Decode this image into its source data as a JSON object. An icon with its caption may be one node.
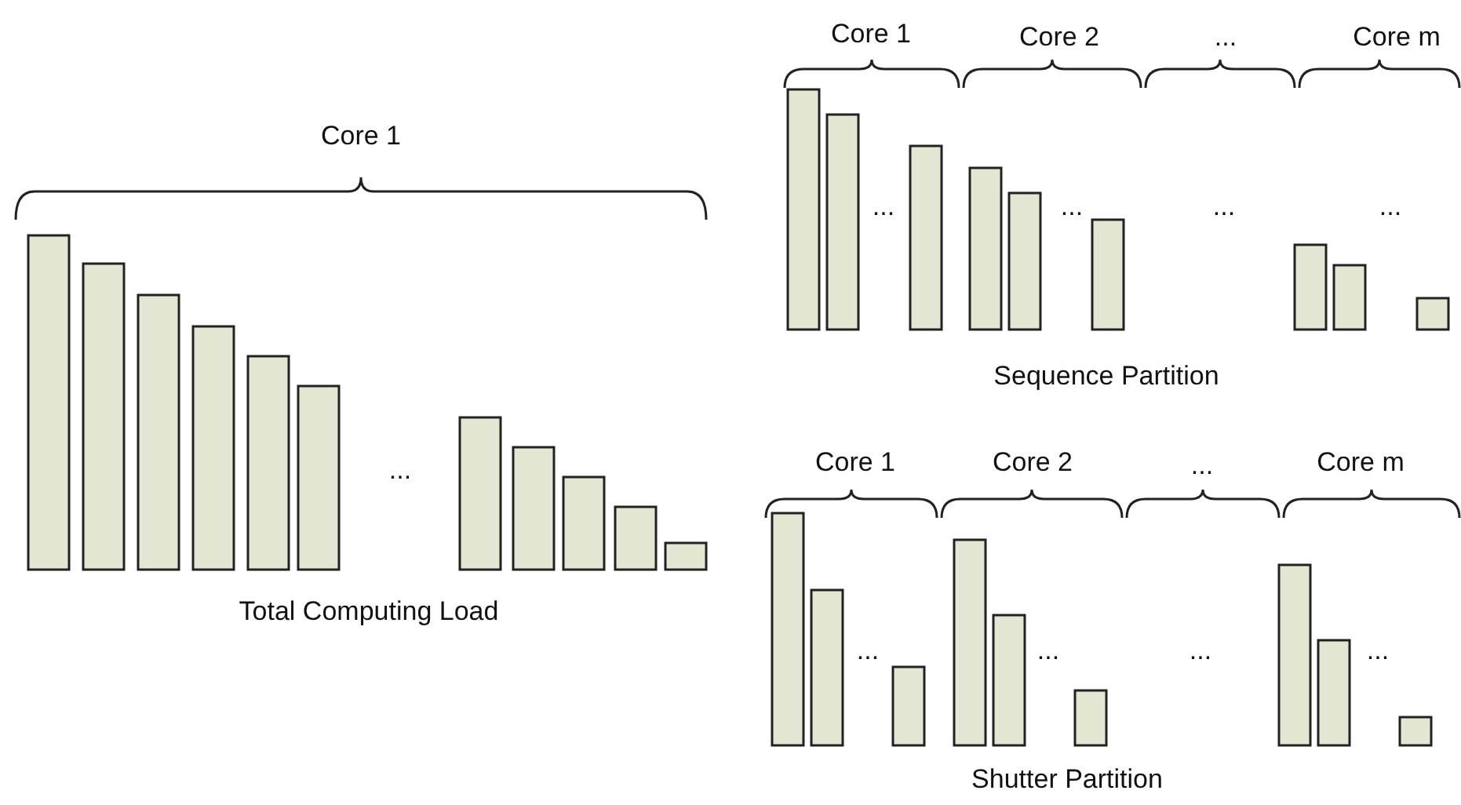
{
  "diagram": {
    "labels": [
      "Core 1",
      "Core 2",
      "...",
      "Core m",
      "...",
      "...",
      "...",
      "...",
      "Sequence Partition",
      "Core 1",
      "...",
      "Total Computing Load",
      "Core 1",
      "Core 2",
      "...",
      "Core m",
      "...",
      "...",
      "...",
      "...",
      "Shutter Partition"
    ]
  }
}
